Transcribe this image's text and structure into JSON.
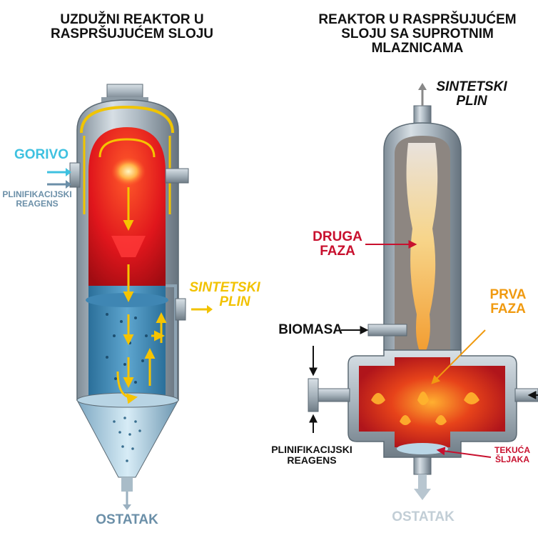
{
  "colors": {
    "cyan_label": "#3ec1e0",
    "gray_label": "#6b8fa8",
    "yellow_label": "#f2c200",
    "red_label": "#c8102e",
    "orange_label": "#f09a10",
    "dark_label": "#111111"
  },
  "left": {
    "title_line1": "UZDUŽNI REAKTOR U",
    "title_line2": "RASPRŠUJUĆEM SLOJU",
    "fuel": "GORIVO",
    "reagent_line1": "PLINIFIKACIJSKI",
    "reagent_line2": "REAGENS",
    "syngas_line1": "SINTETSKI",
    "syngas_line2": "PLIN",
    "residue": "OSTATAK"
  },
  "right": {
    "title_line1": "REAKTOR U RASPRŠUJUĆEM",
    "title_line2": "SLOJU SA SUPROTNIM",
    "title_line3": "MLAZNICAMA",
    "syngas_line1": "SINTETSKI",
    "syngas_line2": "PLIN",
    "second_phase_line1": "DRUGA",
    "second_phase_line2": "FAZA",
    "first_phase_line1": "PRVA",
    "first_phase_line2": "FAZA",
    "biomass": "BIOMASA",
    "reagent_line1": "PLINIFIKACIJSKI",
    "reagent_line2": "REAGENS",
    "slag_line1": "TEKUĆA",
    "slag_line2": "ŠLJAKA",
    "residue": "OSTATAK"
  }
}
